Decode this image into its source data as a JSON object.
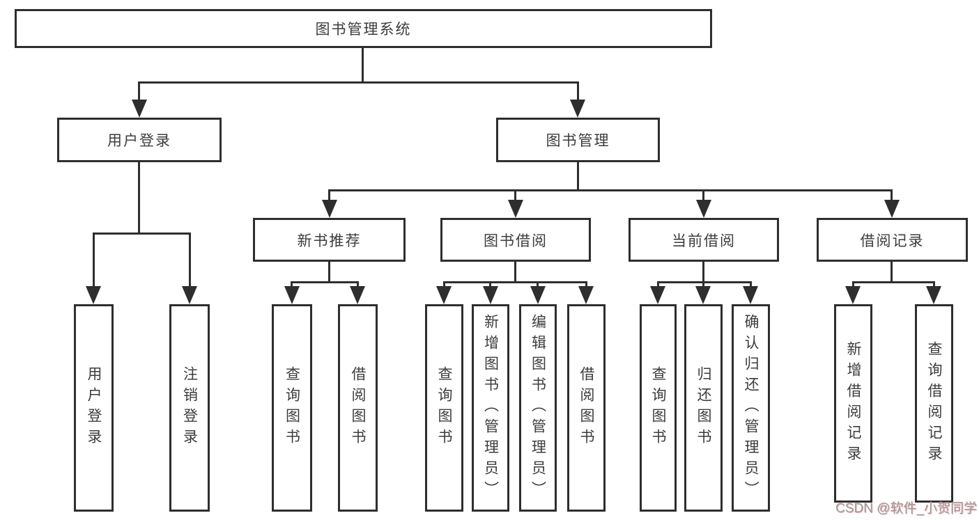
{
  "diagram": {
    "root": {
      "label": "图书管理系统",
      "children": [
        {
          "label": "用户登录",
          "children": [
            {
              "label": "用户登录"
            },
            {
              "label": "注销登录"
            }
          ]
        },
        {
          "label": "图书管理",
          "children": [
            {
              "label": "新书推荐",
              "children": [
                {
                  "label": "查询图书"
                },
                {
                  "label": "借阅图书"
                }
              ]
            },
            {
              "label": "图书借阅",
              "children": [
                {
                  "label": "查询图书"
                },
                {
                  "label": "新增图书（管理员）"
                },
                {
                  "label": "编辑图书（管理员）"
                },
                {
                  "label": "借阅图书"
                }
              ]
            },
            {
              "label": "当前借阅",
              "children": [
                {
                  "label": "查询图书"
                },
                {
                  "label": "归还图书"
                },
                {
                  "label": "确认归还（管理员）"
                }
              ]
            },
            {
              "label": "借阅记录",
              "children": [
                {
                  "label": "新增借阅记录"
                },
                {
                  "label": "查询借阅记录"
                }
              ]
            }
          ]
        }
      ]
    }
  },
  "watermark": {
    "text": "CSDN @软件_小贺同学"
  },
  "colors": {
    "line": "#2e2e2e",
    "text": "#3c3c3c",
    "box_fill": "#ffffff",
    "watermark": "#9c9c9c",
    "watermark_shadow": "#f4a9a9"
  }
}
